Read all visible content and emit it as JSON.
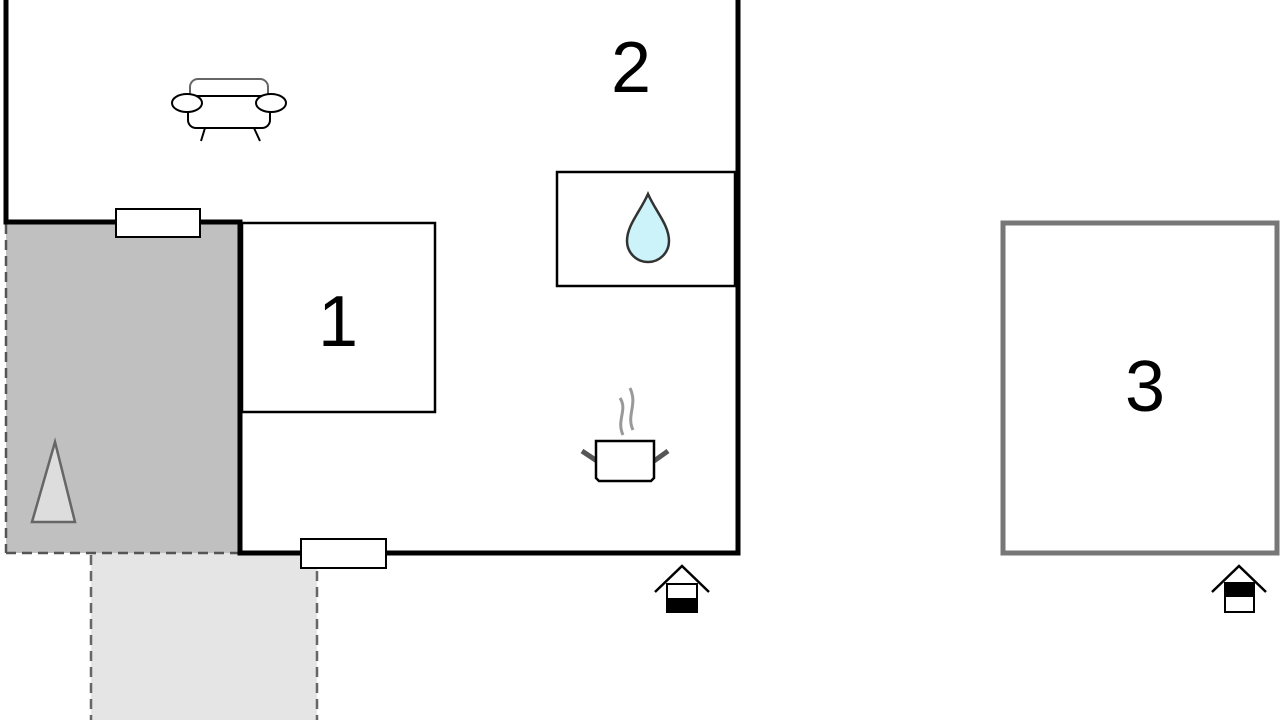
{
  "plan": {
    "rooms": [
      {
        "id": "room-1",
        "label": "1"
      },
      {
        "id": "room-2",
        "label": "2"
      },
      {
        "id": "room-3",
        "label": "3"
      }
    ],
    "icons": [
      "sofa-icon",
      "water-drop-icon",
      "cooking-pot-icon",
      "terrace-triangle-icon",
      "house-entrance-icon",
      "house-entrance-icon"
    ],
    "colors": {
      "wall": "#000000",
      "outbuilding_wall": "#777777",
      "terrace": "#c0c0c0",
      "path": "#e5e5e5",
      "water": "#cdf3fa"
    }
  }
}
